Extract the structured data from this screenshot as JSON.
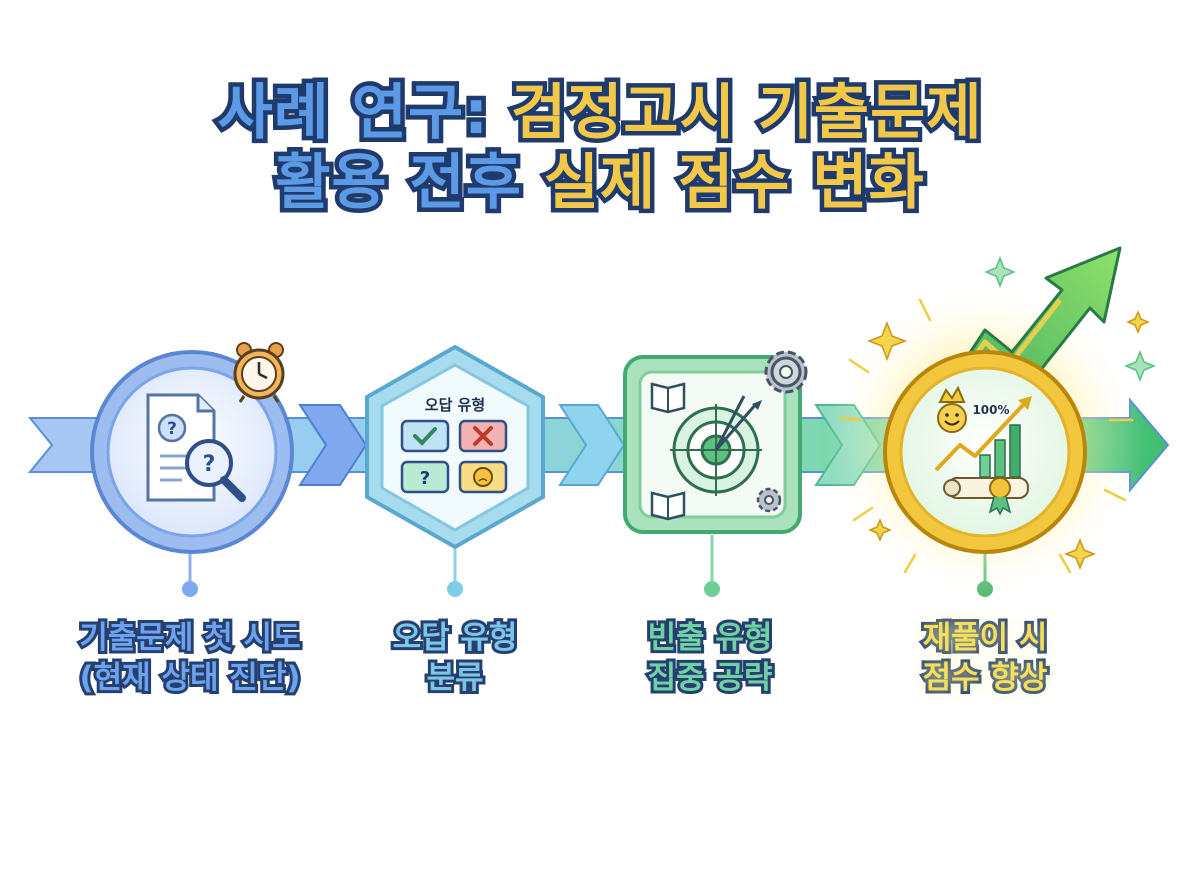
{
  "title": {
    "line1_a": "사례 연구:",
    "line1_b": "검정고시 기출문제",
    "line2_a": "활용 전후",
    "line2_b": "실제 점수 변화"
  },
  "steps": [
    {
      "label_line1": "기출문제 첫 시도",
      "label_line2": "(현재 상태 진단)",
      "icon": "document-magnifier-icon",
      "badge_icon": "alarm-clock-icon"
    },
    {
      "label_line1": "오답 유형",
      "label_line2": "분류",
      "icon": "error-type-grid-icon",
      "card_title": "오답 유형"
    },
    {
      "label_line1": "빈출 유형",
      "label_line2": "집중 공략",
      "icon": "target-arrows-icon",
      "badge_icon": "gear-icon"
    },
    {
      "label_line1": "재풀이 시",
      "label_line2": "점수 향상",
      "icon": "score-growth-icon",
      "badge_text": "100%"
    }
  ],
  "colors": {
    "step1": "#6d9ee9",
    "step2": "#7fc6e6",
    "step3": "#6fcf95",
    "step4": "#f2c73e",
    "outline": "#1f3b6e"
  }
}
